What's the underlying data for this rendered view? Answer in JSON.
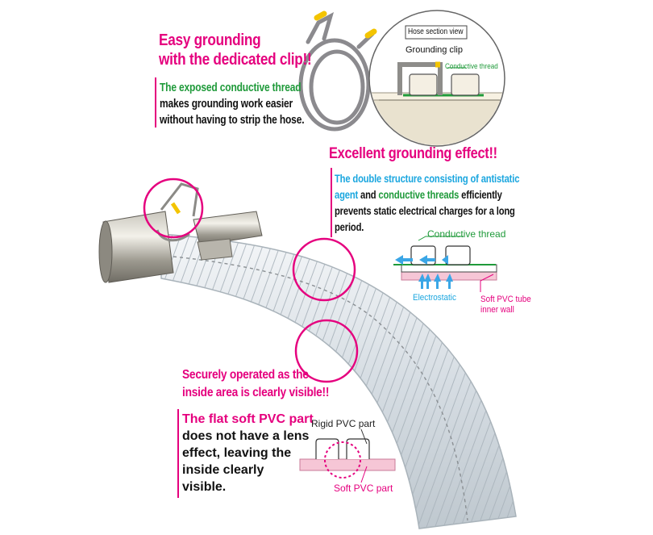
{
  "sections": {
    "clip": {
      "heading_line1": "Easy grounding",
      "heading_line2": "with the dedicated clip!!",
      "body_highlight": "The exposed conductive thread",
      "body_line2": "makes grounding work easier",
      "body_line3": "without having to strip the hose."
    },
    "section_view": {
      "title": "Hose section view",
      "grounding_clip": "Grounding clip",
      "conductive_thread": "Conductive thread"
    },
    "grounding": {
      "heading": "Excellent grounding effect!!",
      "body_part1": "The double structure consisting of antistatic",
      "body_part2": "agent",
      "body_part3": " and ",
      "body_part4": "conductive threads",
      "body_part5": " efficiently",
      "body_line3": "prevents static electrical charges for a long",
      "body_line4": "period.",
      "diagram": {
        "conductive_thread": "Conductive thread",
        "electrostatic": "Electrostatic",
        "tube_line1": "Soft PVC tube",
        "tube_line2": "inner wall"
      }
    },
    "visibility": {
      "heading_line1": "Securely operated as the",
      "heading_line2": "inside area is clearly visible!!",
      "body_line1": "The flat soft PVC part",
      "body_line2": "does not have a lens",
      "body_line3": "effect, leaving the",
      "body_line4": "inside clearly",
      "body_line5": "visible.",
      "diagram": {
        "rigid": "Rigid PVC part",
        "soft": "Soft PVC part"
      }
    }
  },
  "colors": {
    "accent": "#e5007e",
    "green": "#1f9a3a",
    "cyan": "#1aa6df",
    "arrow": "#3aa6e6",
    "pink_wall": "#f6c6d6"
  }
}
